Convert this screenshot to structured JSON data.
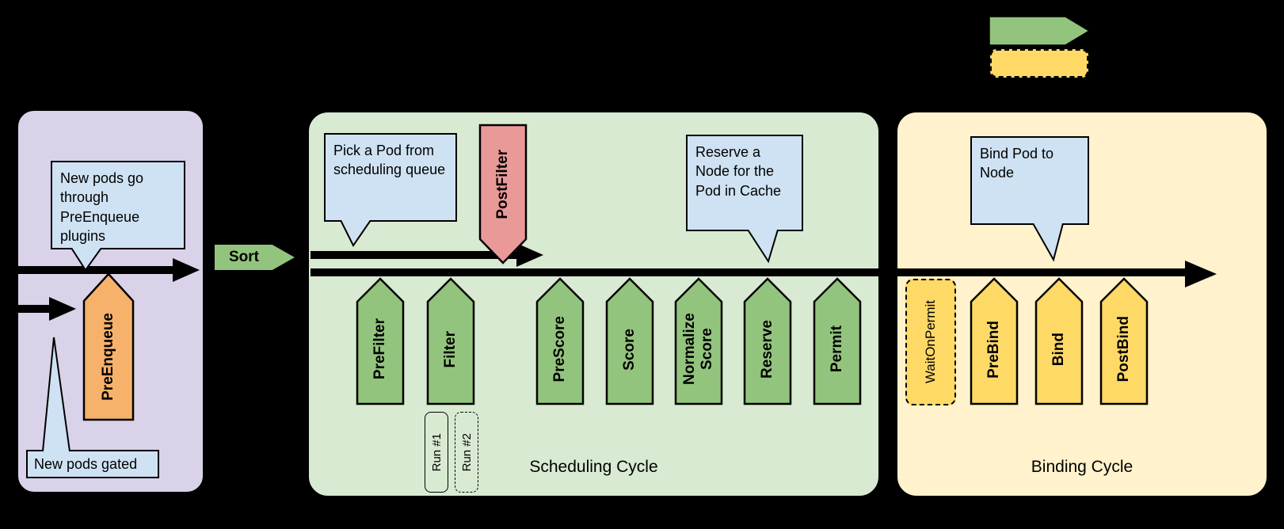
{
  "queue": {
    "callout_top": "New pods go through PreEnqueue plugins",
    "preenqueue_label": "PreEnqueue",
    "callout_gated": "New pods gated"
  },
  "sort_label": "Sort",
  "scheduling": {
    "title": "Scheduling Cycle",
    "callout_pick": "Pick a Pod from scheduling queue",
    "postfilter_label": "PostFilter",
    "callout_reserve": "Reserve a Node for the Pod in Cache",
    "plugins": [
      "PreFilter",
      "Filter",
      "PreScore",
      "Score",
      "Normalize Score",
      "Reserve",
      "Permit"
    ],
    "runs": [
      "Run #1",
      "Run #2"
    ]
  },
  "binding": {
    "title": "Binding Cycle",
    "callout_bind": "Bind Pod to Node",
    "wait_label": "WaitOnPermit",
    "plugins": [
      "PreBind",
      "Bind",
      "PostBind"
    ]
  },
  "colors": {
    "queue_bg": "#d9d2e9",
    "scheduling_bg": "#d9ead3",
    "binding_bg": "#fff2cc",
    "callout_bg": "#cfe2f3",
    "green_plugin": "#93c47d",
    "yellow_plugin": "#ffd966",
    "orange_plugin": "#f6b26b",
    "red_plugin": "#ea9999",
    "background": "#000000"
  }
}
